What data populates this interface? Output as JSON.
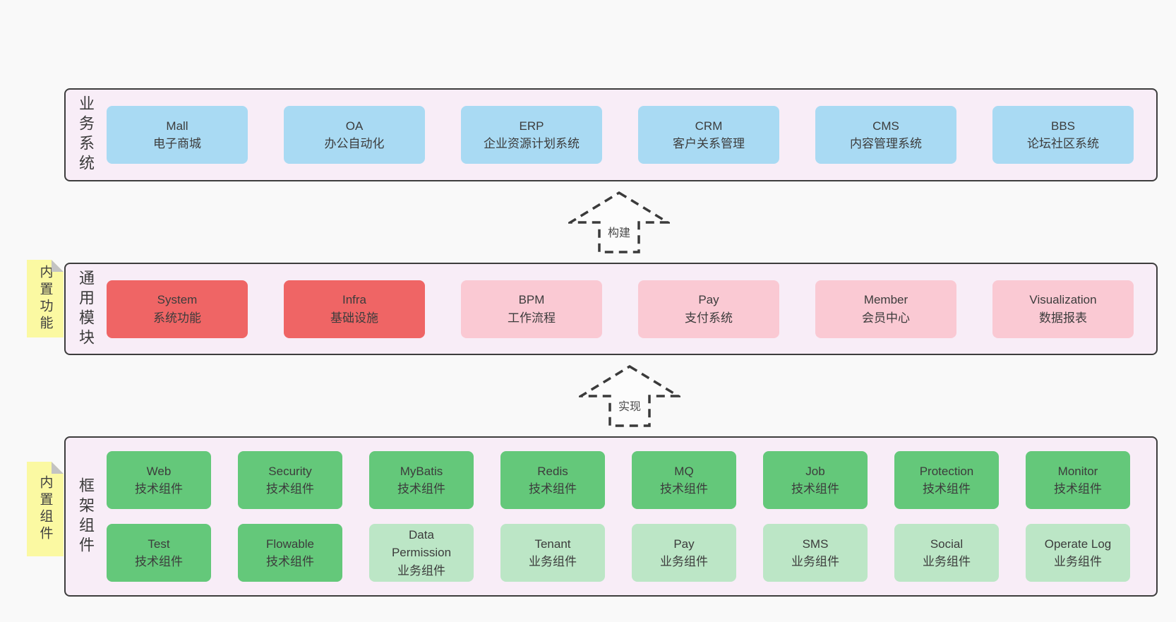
{
  "palette": {
    "page_bg": "#f9f9f9",
    "band_bg": "#f8edf7",
    "band_border": "#3d3d3d",
    "blue": "#a9daf3",
    "red": "#ef6565",
    "pink": "#fac9d3",
    "green": "#64c87a",
    "green_light": "#bce6c6",
    "sticky_yellow": "#fbf9a2",
    "sticky_fold": "#c3c3c3",
    "text": "#3c3c3c"
  },
  "arrows": [
    {
      "id": "build",
      "label": "构建"
    },
    {
      "id": "implement",
      "label": "实现"
    }
  ],
  "bands": [
    {
      "id": "business-systems",
      "label": "业务系统",
      "sticky": null,
      "rows": [
        [
          {
            "en": "Mall",
            "zh": "电子商城",
            "variant": "blue"
          },
          {
            "en": "OA",
            "zh": "办公自动化",
            "variant": "blue"
          },
          {
            "en": "ERP",
            "zh": "企业资源计划系统",
            "variant": "blue"
          },
          {
            "en": "CRM",
            "zh": "客户关系管理",
            "variant": "blue"
          },
          {
            "en": "CMS",
            "zh": "内容管理系统",
            "variant": "blue"
          },
          {
            "en": "BBS",
            "zh": "论坛社区系统",
            "variant": "blue"
          }
        ]
      ]
    },
    {
      "id": "common-modules",
      "label": "通用模块",
      "sticky": "内置功能",
      "rows": [
        [
          {
            "en": "System",
            "zh": "系统功能",
            "variant": "red"
          },
          {
            "en": "Infra",
            "zh": "基础设施",
            "variant": "red"
          },
          {
            "en": "BPM",
            "zh": "工作流程",
            "variant": "pink"
          },
          {
            "en": "Pay",
            "zh": "支付系统",
            "variant": "pink"
          },
          {
            "en": "Member",
            "zh": "会员中心",
            "variant": "pink"
          },
          {
            "en": "Visualization",
            "zh": "数据报表",
            "variant": "pink"
          }
        ]
      ]
    },
    {
      "id": "framework-components",
      "label": "框架组件",
      "sticky": "内置组件",
      "rows": [
        [
          {
            "en": "Web",
            "zh": "技术组件",
            "variant": "green"
          },
          {
            "en": "Security",
            "zh": "技术组件",
            "variant": "green"
          },
          {
            "en": "MyBatis",
            "zh": "技术组件",
            "variant": "green"
          },
          {
            "en": "Redis",
            "zh": "技术组件",
            "variant": "green"
          },
          {
            "en": "MQ",
            "zh": "技术组件",
            "variant": "green"
          },
          {
            "en": "Job",
            "zh": "技术组件",
            "variant": "green"
          },
          {
            "en": "Protection",
            "zh": "技术组件",
            "variant": "green"
          },
          {
            "en": "Monitor",
            "zh": "技术组件",
            "variant": "green"
          }
        ],
        [
          {
            "en": "Test",
            "zh": "技术组件",
            "variant": "green"
          },
          {
            "en": "Flowable",
            "zh": "技术组件",
            "variant": "green"
          },
          {
            "en": "Data Permission",
            "zh": "业务组件",
            "variant": "green_light"
          },
          {
            "en": "Tenant",
            "zh": "业务组件",
            "variant": "green_light"
          },
          {
            "en": "Pay",
            "zh": "业务组件",
            "variant": "green_light"
          },
          {
            "en": "SMS",
            "zh": "业务组件",
            "variant": "green_light"
          },
          {
            "en": "Social",
            "zh": "业务组件",
            "variant": "green_light"
          },
          {
            "en": "Operate Log",
            "zh": "业务组件",
            "variant": "green_light"
          }
        ]
      ]
    }
  ]
}
